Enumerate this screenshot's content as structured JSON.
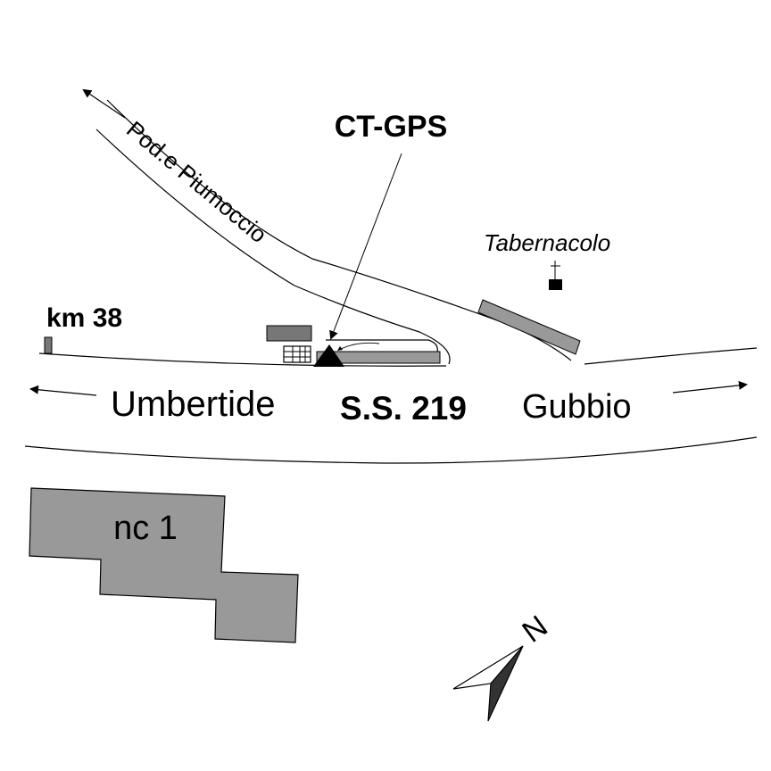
{
  "title": "CT-GPS",
  "labels": {
    "road_name": "S.S. 219",
    "west_town": "Umbertide",
    "east_town": "Gubbio",
    "side_road": "Pod.e Piumoccio",
    "chapel": "Tabernacolo",
    "kilometer": "km 38",
    "parcel": "nc 1",
    "north": "N"
  },
  "colors": {
    "building_fill": "#999999",
    "building_dark": "#777777",
    "station_marker": "#000000",
    "compass_dark": "#333333"
  },
  "icons": {
    "station": "triangle-marker-icon",
    "chapel": "cross-marker-icon",
    "compass": "north-arrow-icon"
  }
}
